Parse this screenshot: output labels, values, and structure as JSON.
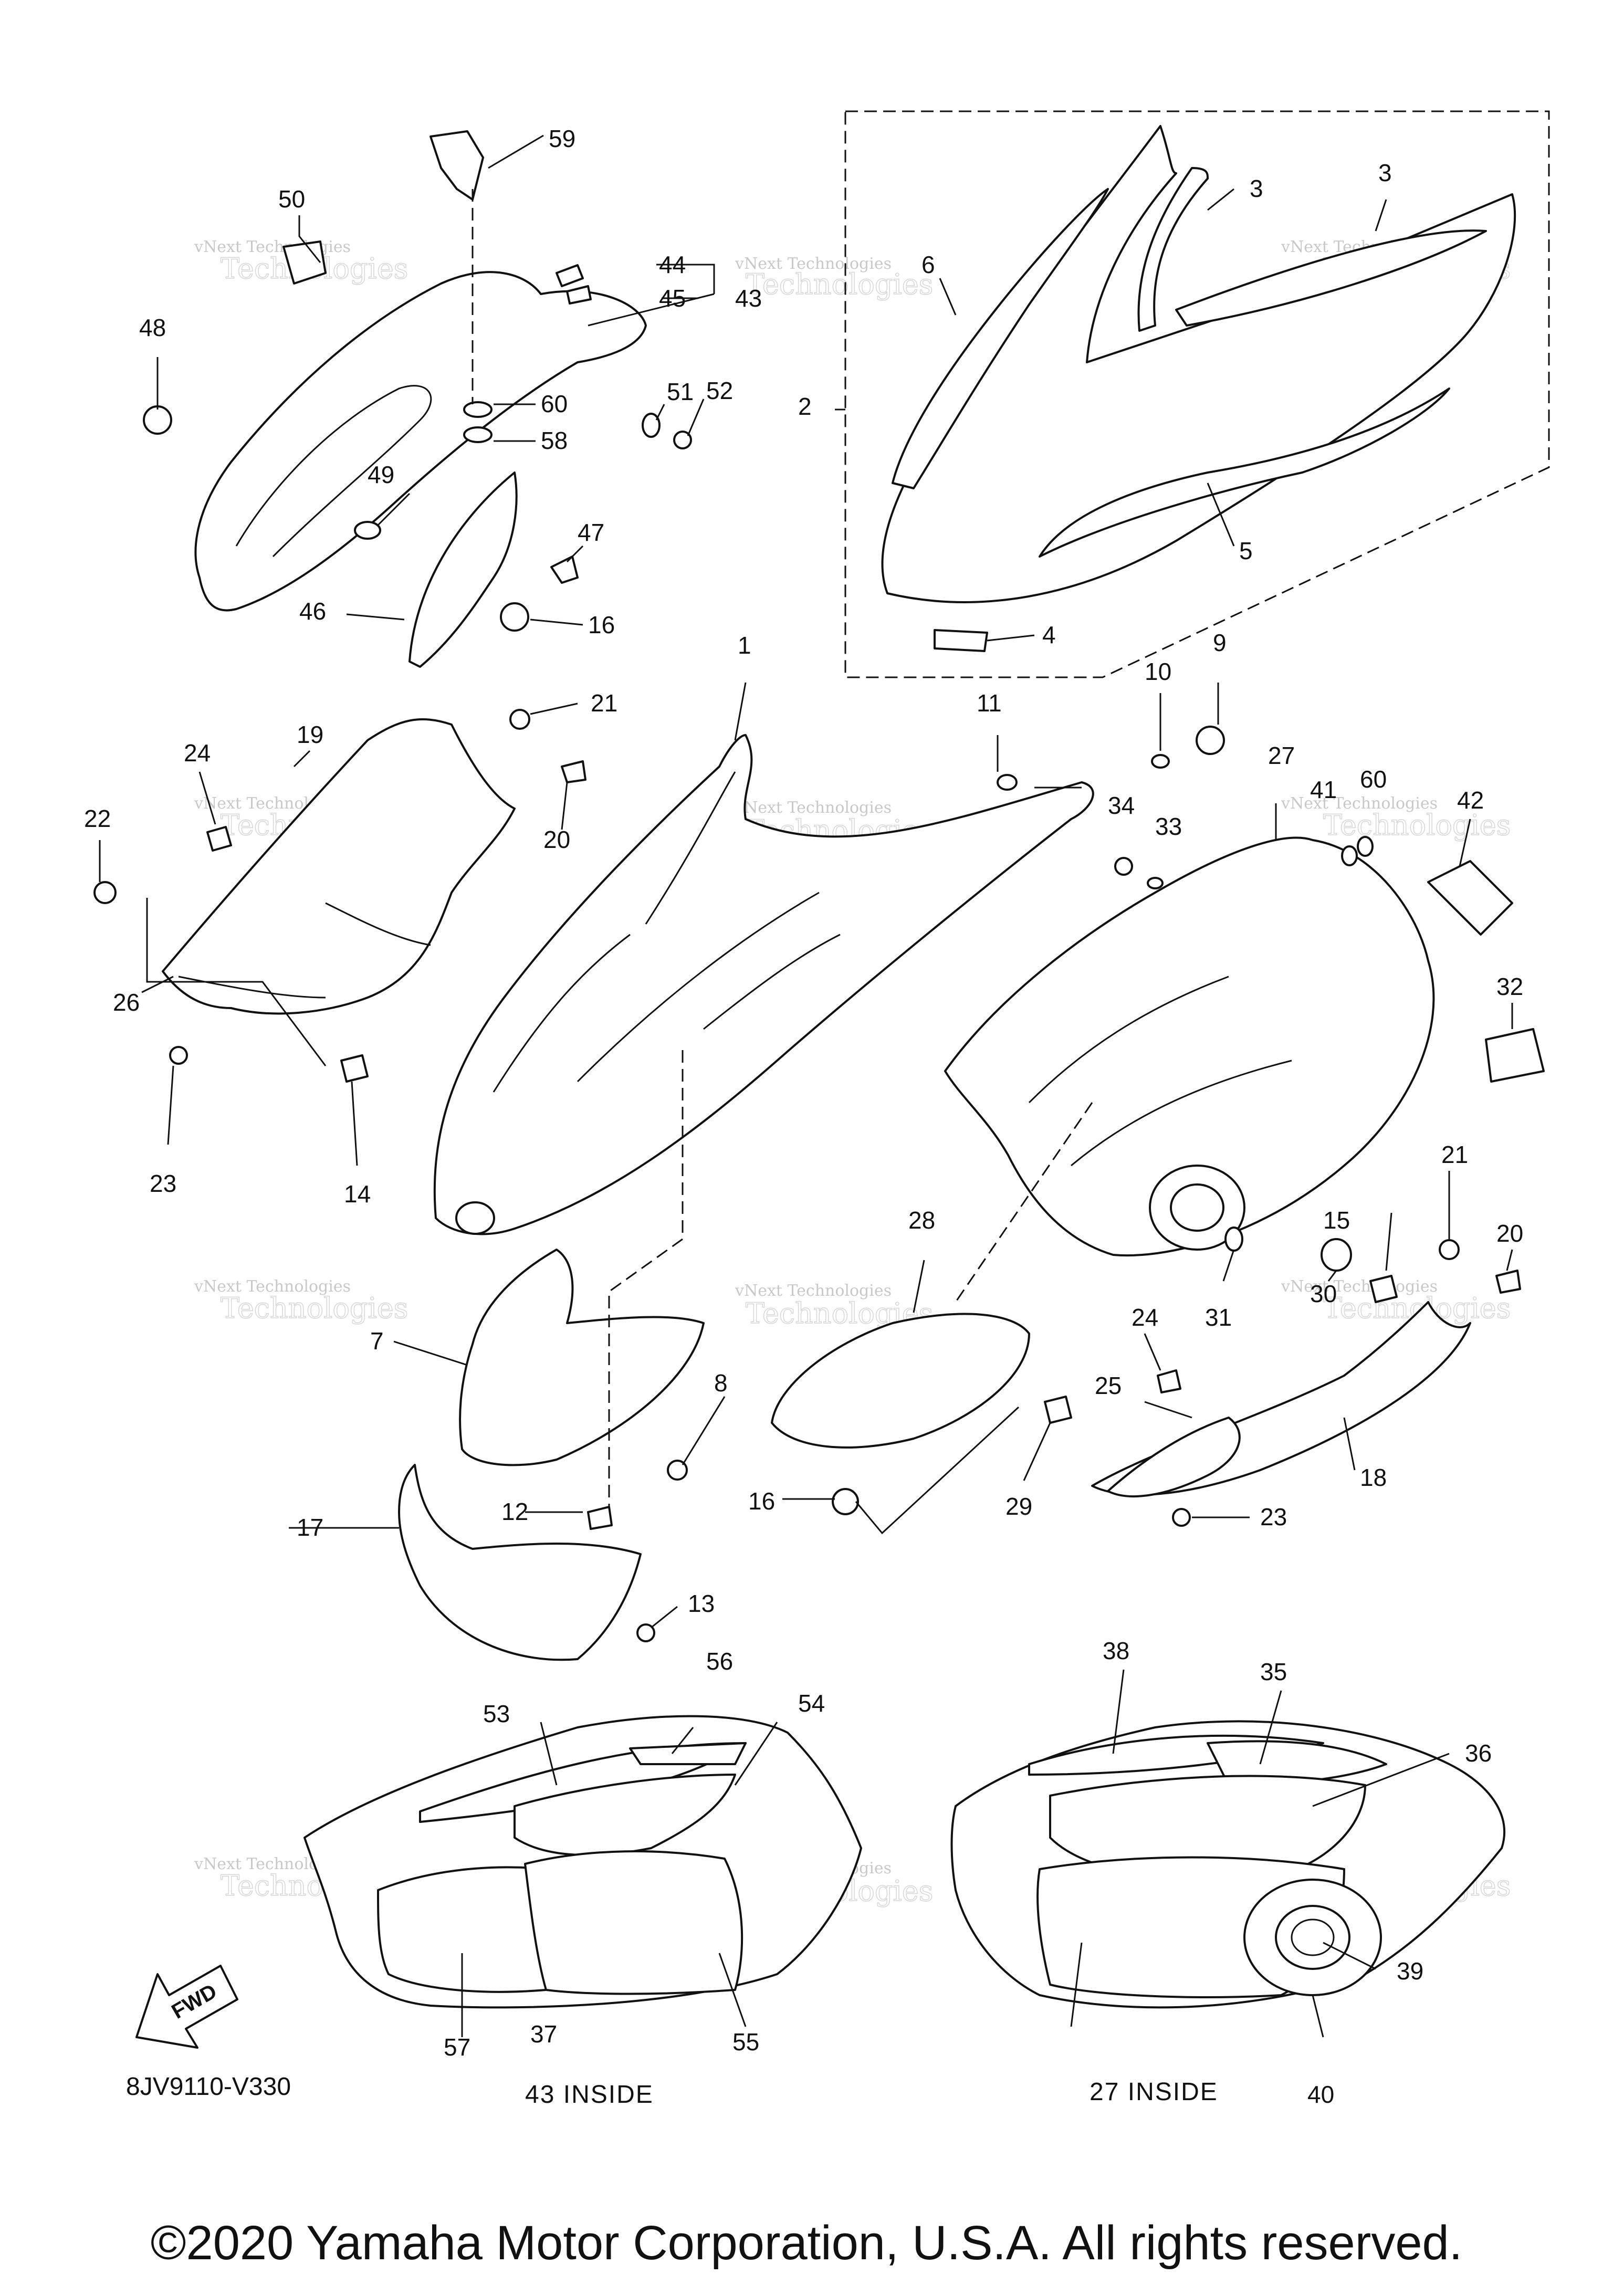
{
  "diagram": {
    "part_number": "8JV9110-V330",
    "fwd_label": "FWD",
    "captions": {
      "left_inside": "43 INSIDE",
      "right_inside": "27 INSIDE"
    },
    "copyright": "©2020 Yamaha Motor Corporation, U.S.A. All rights reserved.",
    "watermark": {
      "line1": "vNext Technologies",
      "line2": "Technologies"
    },
    "callouts": {
      "c1": "1",
      "c2": "2",
      "c3a": "3",
      "c3b": "3",
      "c4": "4",
      "c5": "5",
      "c6": "6",
      "c7": "7",
      "c8": "8",
      "c9": "9",
      "c10": "10",
      "c11": "11",
      "c12": "12",
      "c13": "13",
      "c14": "14",
      "c15": "15",
      "c16a": "16",
      "c16b": "16",
      "c17": "17",
      "c18": "18",
      "c19": "19",
      "c20a": "20",
      "c20b": "20",
      "c21a": "21",
      "c21b": "21",
      "c22": "22",
      "c23a": "23",
      "c23b": "23",
      "c24a": "24",
      "c24b": "24",
      "c25": "25",
      "c26": "26",
      "c27": "27",
      "c28": "28",
      "c29": "29",
      "c30": "30",
      "c31": "31",
      "c32": "32",
      "c33": "33",
      "c34": "34",
      "c35": "35",
      "c36": "36",
      "c37": "37",
      "c38": "38",
      "c39": "39",
      "c40": "40",
      "c41": "41",
      "c42": "42",
      "c43": "43",
      "c44": "44",
      "c45": "45",
      "c46": "46",
      "c47": "47",
      "c48": "48",
      "c49": "49",
      "c50": "50",
      "c51": "51",
      "c52": "52",
      "c53": "53",
      "c54": "54",
      "c55": "55",
      "c56": "56",
      "c57": "57",
      "c58": "58",
      "c59": "59",
      "c60a": "60",
      "c60b": "60"
    }
  }
}
